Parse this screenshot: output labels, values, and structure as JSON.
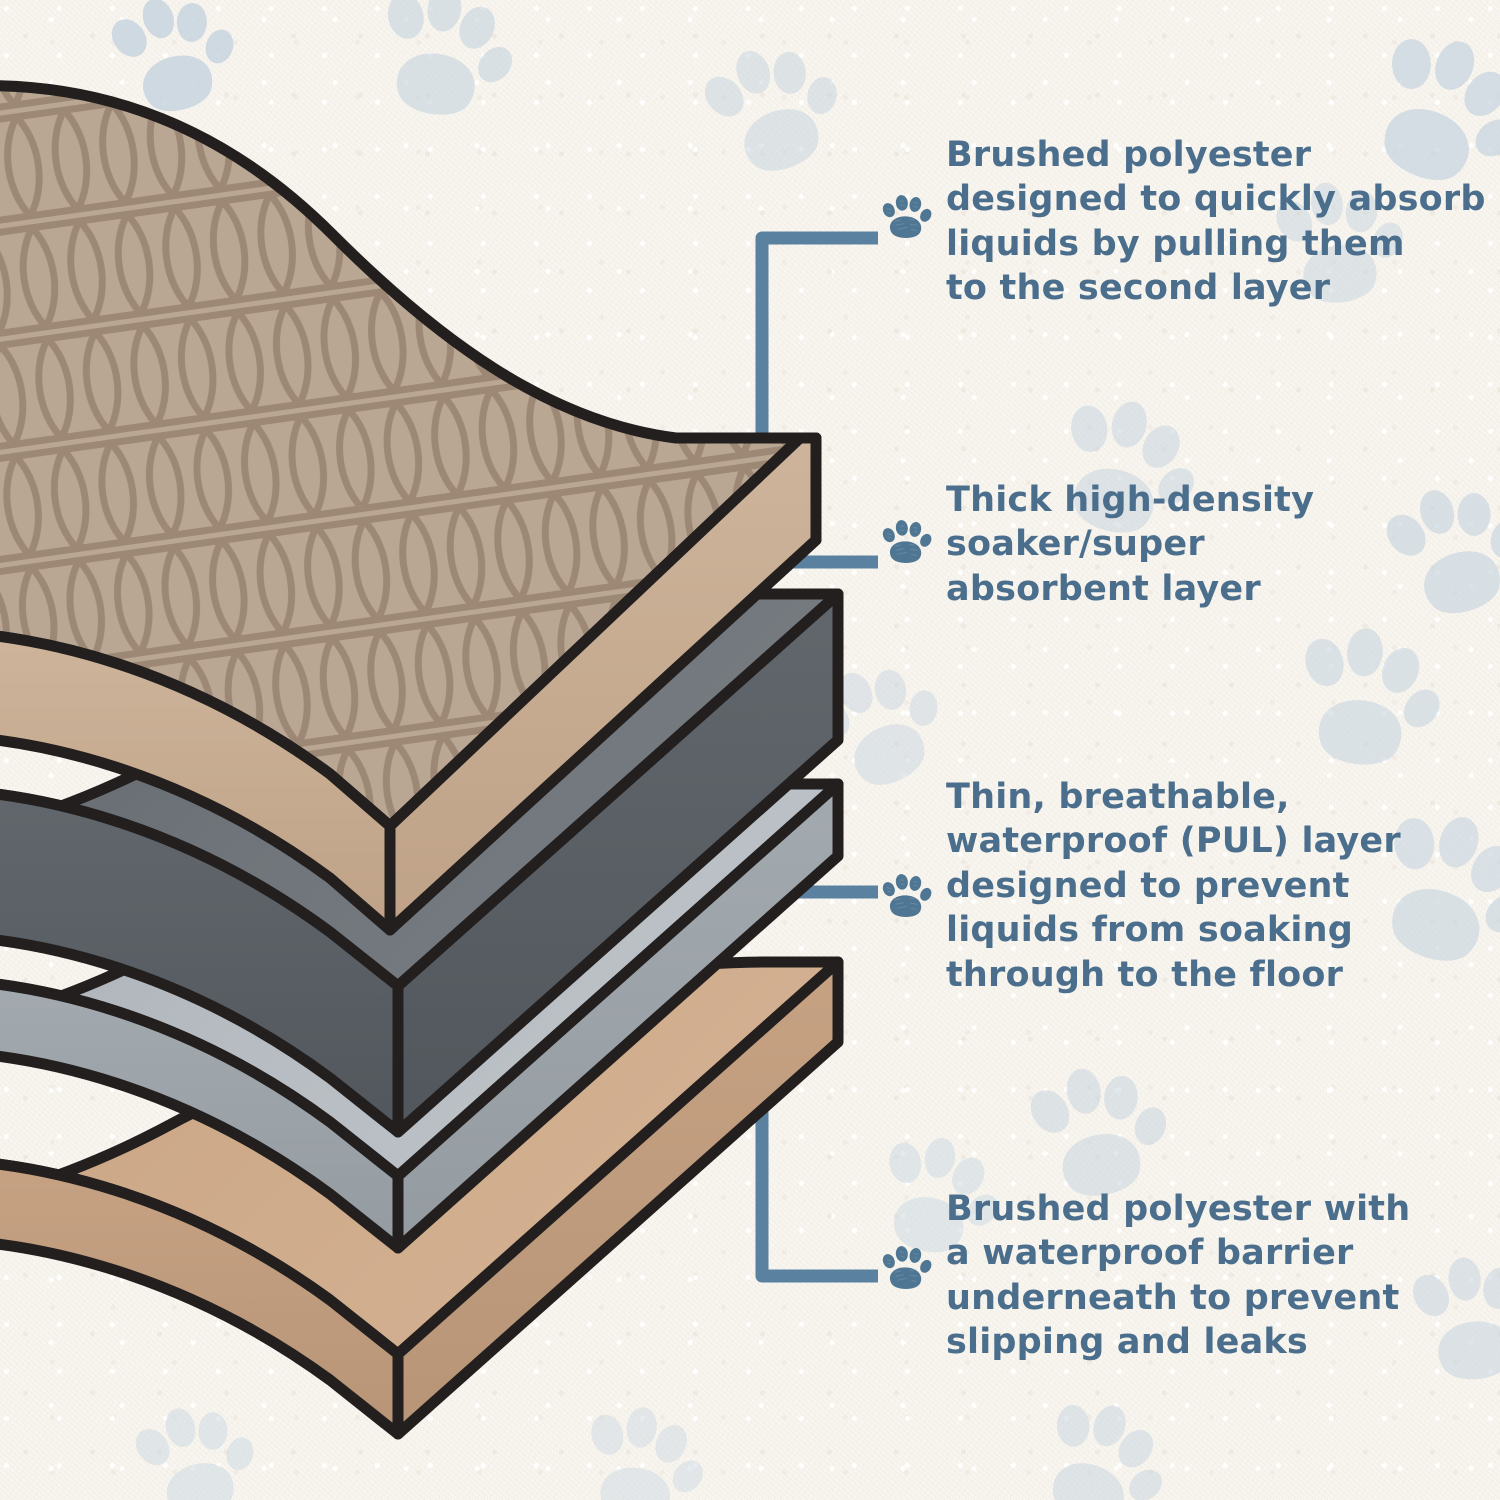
{
  "meta": {
    "title": "Pet Pad Four-Layer Construction Diagram"
  },
  "colors": {
    "background": "#f8f5ef",
    "text_blue": "#4a6e8c",
    "leader_line": "#5a81a0",
    "paw_watermark": "#c3d2dd",
    "outline": "#231f1e",
    "layer1_top": "#b9a794",
    "layer1_quilt_line": "#9d8876",
    "layer1_edge": "#c7ad92",
    "layer2_top": "#6e7479",
    "layer2_edge": "#585e63",
    "layer3_top": "#b4babf",
    "layer3_edge": "#9aa1a7",
    "layer4_top": "#cdaa8a",
    "layer4_edge": "#c09d7d"
  },
  "callouts": [
    {
      "id": "callout-1",
      "icon": "paw-icon",
      "text": "Brushed polyester\ndesigned to quickly absorb\nliquids by pulling them\nto the second layer",
      "layer": "Top brushed polyester layer"
    },
    {
      "id": "callout-2",
      "icon": "paw-icon",
      "text": "Thick high-density\nsoaker/super\nabsorbent layer",
      "layer": "Soaker core layer"
    },
    {
      "id": "callout-3",
      "icon": "paw-icon",
      "text": "Thin, breathable,\nwaterproof (PUL) layer\ndesigned to prevent\nliquids from soaking\nthrough to the floor",
      "layer": "PUL waterproof layer"
    },
    {
      "id": "callout-4",
      "icon": "paw-icon",
      "text": "Brushed polyester with\na waterproof barrier\nunderneath to prevent\nslipping and leaks",
      "layer": "Bottom brushed polyester layer"
    }
  ],
  "layers": [
    {
      "name": "brushed-polyester-top",
      "surface": "quilted honeycomb",
      "color": "#b9a794"
    },
    {
      "name": "soaker-core",
      "surface": "smooth",
      "color": "#6e7479"
    },
    {
      "name": "pul-waterproof",
      "surface": "smooth",
      "color": "#b4babf"
    },
    {
      "name": "brushed-polyester-bottom",
      "surface": "smooth",
      "color": "#cdaa8a"
    }
  ]
}
